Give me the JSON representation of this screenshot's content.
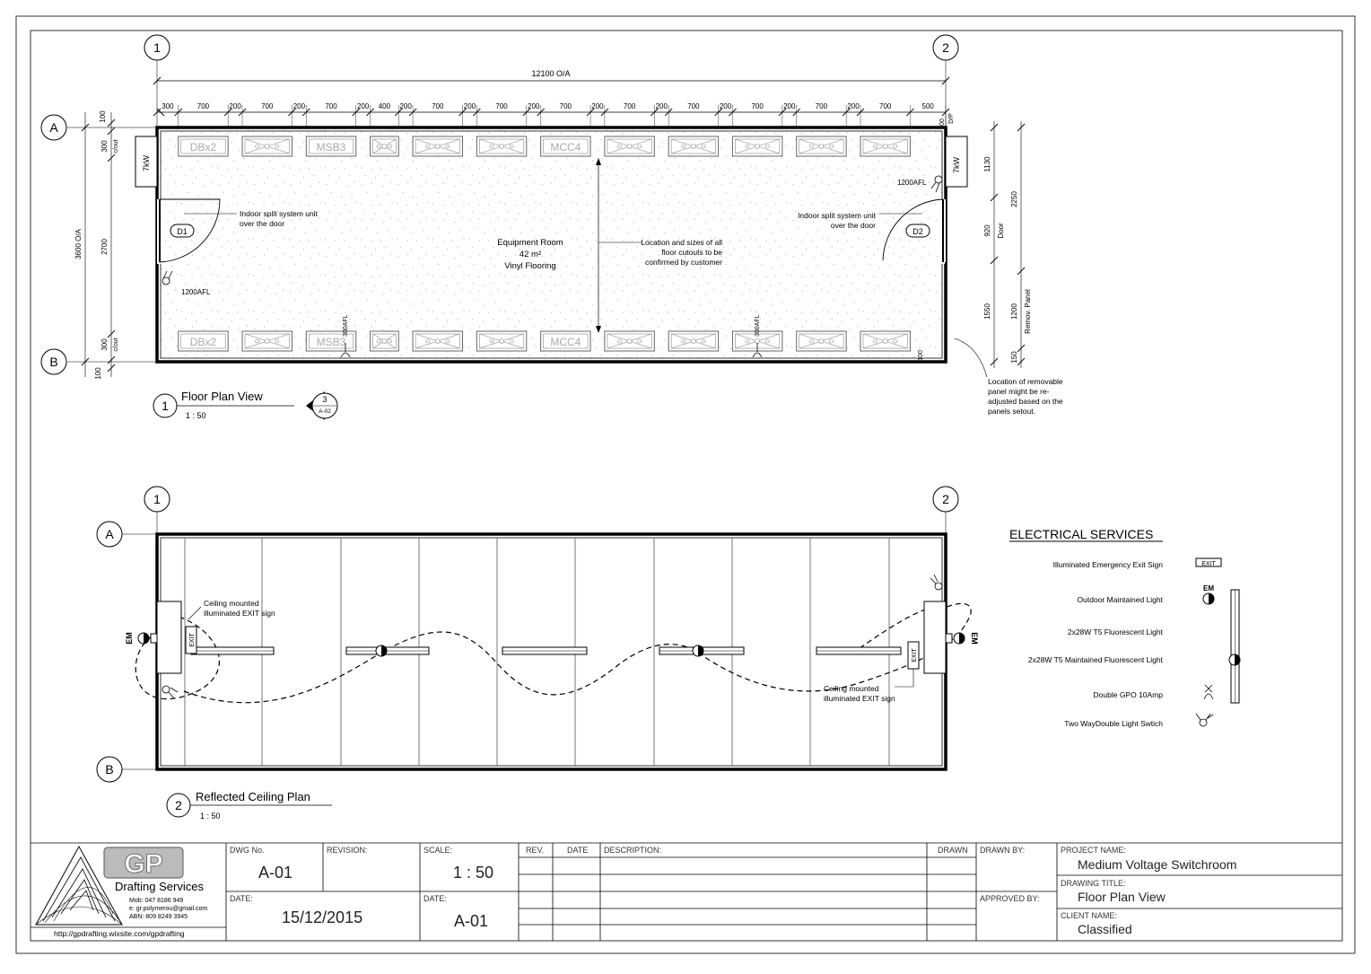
{
  "floor_plan": {
    "title": "Floor Plan View",
    "number": "1",
    "scale": "1 : 50",
    "overall_width": "12100 O/A",
    "overall_depth": "3600 O/A",
    "grid_cols": [
      "1",
      "2"
    ],
    "grid_rows": [
      "A",
      "B"
    ],
    "top_dims": [
      "300",
      "700",
      "200",
      "700",
      "200",
      "700",
      "200",
      "400",
      "200",
      "700",
      "200",
      "700",
      "200",
      "700",
      "200",
      "700",
      "200",
      "700",
      "200",
      "700",
      "200",
      "700",
      "200",
      "700",
      "500"
    ],
    "left_dims": [
      "100",
      "300",
      "2700",
      "300",
      "100"
    ],
    "left_cutout": "c/out",
    "right_dims": [
      "1130",
      "2250",
      "920",
      "1550",
      "1200",
      "150"
    ],
    "right_door_label": "Door",
    "right_panel_label": "Remov. Panel",
    "right_top_dim": "100",
    "top_right_label": "D/P",
    "bottom_right_dim": "100",
    "top_panels": [
      "DBx2",
      "",
      "MSB3",
      "",
      "",
      "",
      "MCC4",
      "",
      "",
      "",
      "",
      "",
      ""
    ],
    "bottom_panels": [
      "DBx2",
      "",
      "MSB3",
      "",
      "",
      "",
      "MCC4",
      "",
      "",
      "",
      "",
      "",
      ""
    ],
    "ac_units": [
      "7kW",
      "7kW"
    ],
    "doors": [
      "D1",
      "D2"
    ],
    "afl_labels": [
      "1200AFL",
      "1200AFL",
      "300AFL",
      "300AFL"
    ],
    "room_name": "Equipment Room",
    "room_area": "42 m²",
    "room_floor": "Vinyl Flooring",
    "note_split_left": [
      "Indoor split system unit",
      "over the door"
    ],
    "note_split_right": [
      "Indoor split system unit",
      "over the door"
    ],
    "note_cutouts": [
      "Location and sizes of all",
      "floor cutouts to be",
      "confirmed by customer"
    ],
    "note_panel": [
      "Location of removable",
      "panel might be re-",
      "adjusted based on the",
      "panels setout."
    ],
    "section_marker": {
      "number": "3",
      "sheet": "A-02"
    }
  },
  "ceiling_plan": {
    "title": "Reflected Ceiling Plan",
    "number": "2",
    "scale": "1 : 50",
    "grid_cols": [
      "1",
      "2"
    ],
    "grid_rows": [
      "A",
      "B"
    ],
    "exit_note": [
      "Ceiling mounted",
      "illuminated EXIT sign"
    ],
    "exit_text": "EXIT",
    "em_label": "EM"
  },
  "legend": {
    "title": "ELECTRICAL SERVICES",
    "items": [
      {
        "label": "Illuminated Emergency Exit Sign",
        "symbol": "exit-sign-icon",
        "text": "EXIT"
      },
      {
        "label": "Outdoor Maintained Light",
        "symbol": "em-light-icon",
        "text": "EM"
      },
      {
        "label": "2x28W T5 Fluorescent Light",
        "symbol": "fluorescent-light-icon"
      },
      {
        "label": "2x28W T5 Maintained Fluorescent Light",
        "symbol": "maintained-fluorescent-icon"
      },
      {
        "label": "Double GPO 10Amp",
        "symbol": "gpo-icon"
      },
      {
        "label": "Two WayDouble Light Swtich",
        "symbol": "light-switch-icon"
      }
    ]
  },
  "title_block": {
    "company_name": "Drafting Services",
    "logo_text": "GP",
    "mob": "Mob: 047 8186 949",
    "email": "e: gr.polymerou@gmail.com",
    "abn": "ABN: 809  8249  3945",
    "website": "http://gpdrafting.wixsite.com/gpdrafting",
    "dwg_no_label": "DWG No.",
    "dwg_no": "A-01",
    "revision_label": "REVISION:",
    "scale_label": "SCALE:",
    "scale": "1 : 50",
    "rev_col": "REV.",
    "date_col": "DATE",
    "description_col": "DESCRIPTION:",
    "drawn_col": "DRAWN",
    "drawn_by_label": "DRAWN BY:",
    "approved_by_label": "APPROVED BY:",
    "date_label": "DATE:",
    "date": "15/12/2015",
    "date2_label": "DATE:",
    "date2_value": "A-01",
    "project_name_label": "PROJECT NAME:",
    "project_name": "Medium Voltage Switchroom",
    "drawing_title_label": "DRAWING TITLE:",
    "drawing_title": "Floor Plan View",
    "client_name_label": "CLIENT NAME:",
    "client_name": "Classified"
  }
}
